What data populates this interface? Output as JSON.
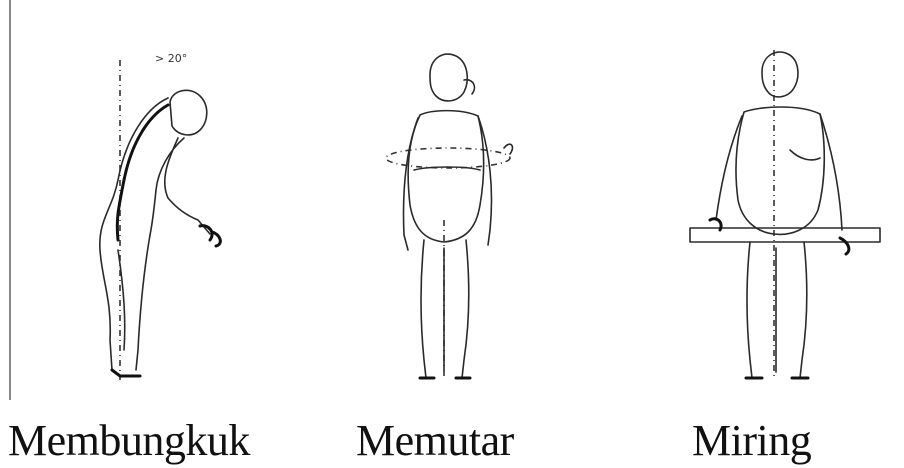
{
  "figures": [
    {
      "id": "bend",
      "caption": "Membungkuk",
      "angle_label": "> 20°"
    },
    {
      "id": "twist",
      "caption": "Memutar"
    },
    {
      "id": "tilt",
      "caption": "Miring"
    }
  ],
  "colors": {
    "ink": "#2a2a2a",
    "background": "#ffffff",
    "rule": "#8a8a8a"
  }
}
